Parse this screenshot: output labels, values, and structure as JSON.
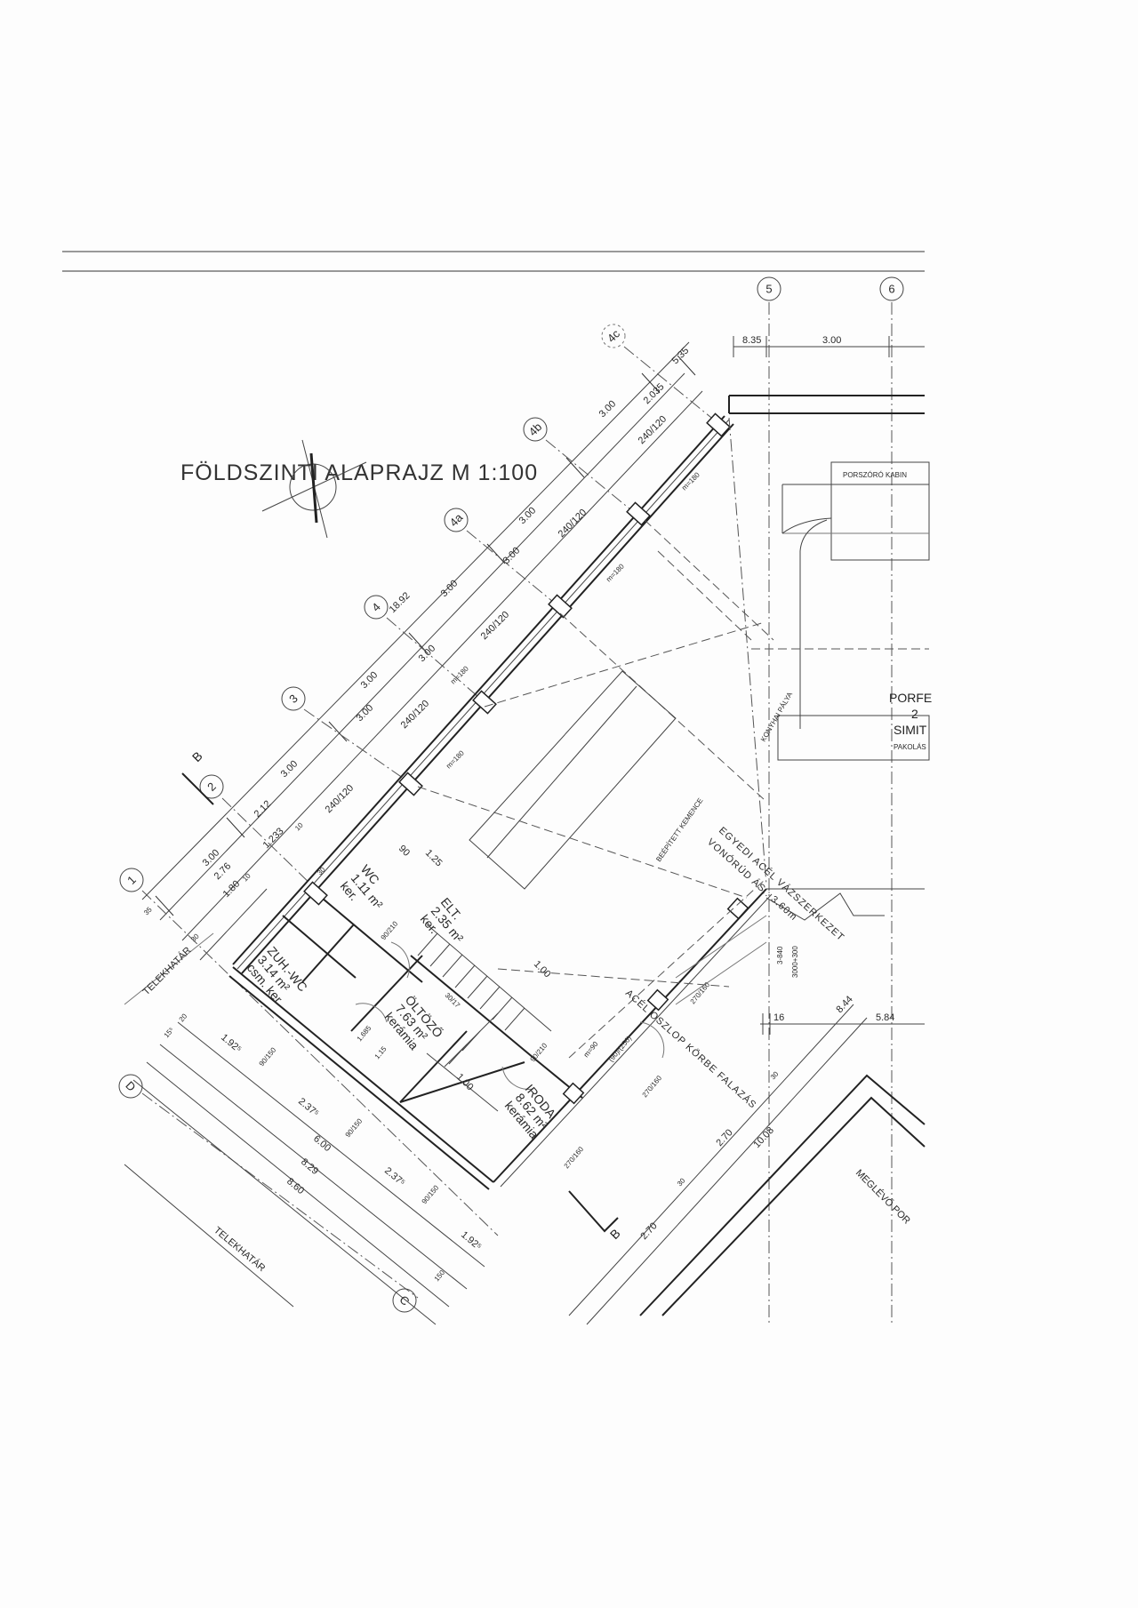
{
  "title": "FÖLDSZINTI ALAPRAJZ  M 1:100",
  "grid_labels": {
    "g1": "1",
    "g2": "2",
    "g3": "3",
    "g4": "4",
    "g4a": "4a",
    "g4b": "4b",
    "g4c": "4c",
    "g5": "5",
    "g6": "6",
    "gC": "C",
    "gD": "D"
  },
  "section_marks": {
    "top": "B",
    "bottom": "B"
  },
  "rooms": {
    "wc": {
      "name": "WC",
      "area": "1.11 m²",
      "floor": "ker."
    },
    "elt": {
      "name": "ELT.",
      "area": "2.35 m²",
      "floor": "ker."
    },
    "zuh": {
      "name": "ZUH.-WC",
      "area": "3.14 m²",
      "floor": "csm. ker."
    },
    "oltozo": {
      "name": "ÖLTÖZŐ",
      "area": "7.63 m²",
      "floor": "kerámia"
    },
    "iroda": {
      "name": "IRODA",
      "area": "8.62 m²",
      "floor": "kerámia"
    }
  },
  "notes": {
    "steel_frame": "EGYEDI ACÉL VÁZSZERKEZET",
    "tie_rod": "VONÓRÚD ÁS.: 3.60m",
    "column": "ACÉL OSZLOP KÖRBE FALAZÁS",
    "oven": "BEÉPÍTETT KEMENCE",
    "kitchen": "KONYHAI PÁLYA",
    "cabin": "PORSZÓRÓ KABIN",
    "porfe": "PORFE",
    "porfe2": "2",
    "simit": "SIMIT",
    "pakolas": "PAKOLÁS",
    "boundary1": "TELEKHATÁR",
    "boundary2": "TELEKHATÁR",
    "existing": "MEGLÉVŐ POR"
  },
  "dims": {
    "total": "18.92",
    "top_a": [
      "3.00",
      "3.00",
      "3.00",
      "3.00",
      "3.00",
      "3.00",
      "5.35"
    ],
    "top_b": [
      "2.76",
      "2.12",
      "3.00",
      "3.00",
      "3.00",
      "2.035"
    ],
    "top_c": [
      "1.80",
      "1.233",
      "10",
      "10"
    ],
    "small": [
      "35",
      "30",
      "30"
    ],
    "window": "240/120",
    "sill": "m=180",
    "door": "90/210",
    "wc_w": "1.25",
    "wc_d": "90",
    "stairs": "30/17",
    "stair_w": "1.00",
    "stair_w2": "1.00",
    "oltozo_d": "1.685",
    "oltozo_e": "1.15",
    "iroda_door": "90/210",
    "ext_door": "(90)/(250)",
    "ext_win": "270/160",
    "ext_win2": "270/160",
    "m90": "m=90",
    "r835": "8.35",
    "r300": "3.00",
    "r16": "16",
    "r584": "5.84",
    "r3840": "3-840",
    "r3000": "3000+300",
    "r844": "8.44",
    "r270a": "2.70",
    "r1008": "10.08",
    "r270b": "2.70",
    "r30": "30",
    "r30b": "30",
    "b1925a": "1.92⁵",
    "b2375a": "2.37⁵",
    "b2375b": "2.37⁵",
    "b1925b": "1.92⁵",
    "b90a": "90/150",
    "b90b": "90/150",
    "b90c": "90/150",
    "b600": "6.00",
    "b829": "8.29",
    "b860": "8.60",
    "b20": "20",
    "b155": "15⁵",
    "b150": "150"
  }
}
